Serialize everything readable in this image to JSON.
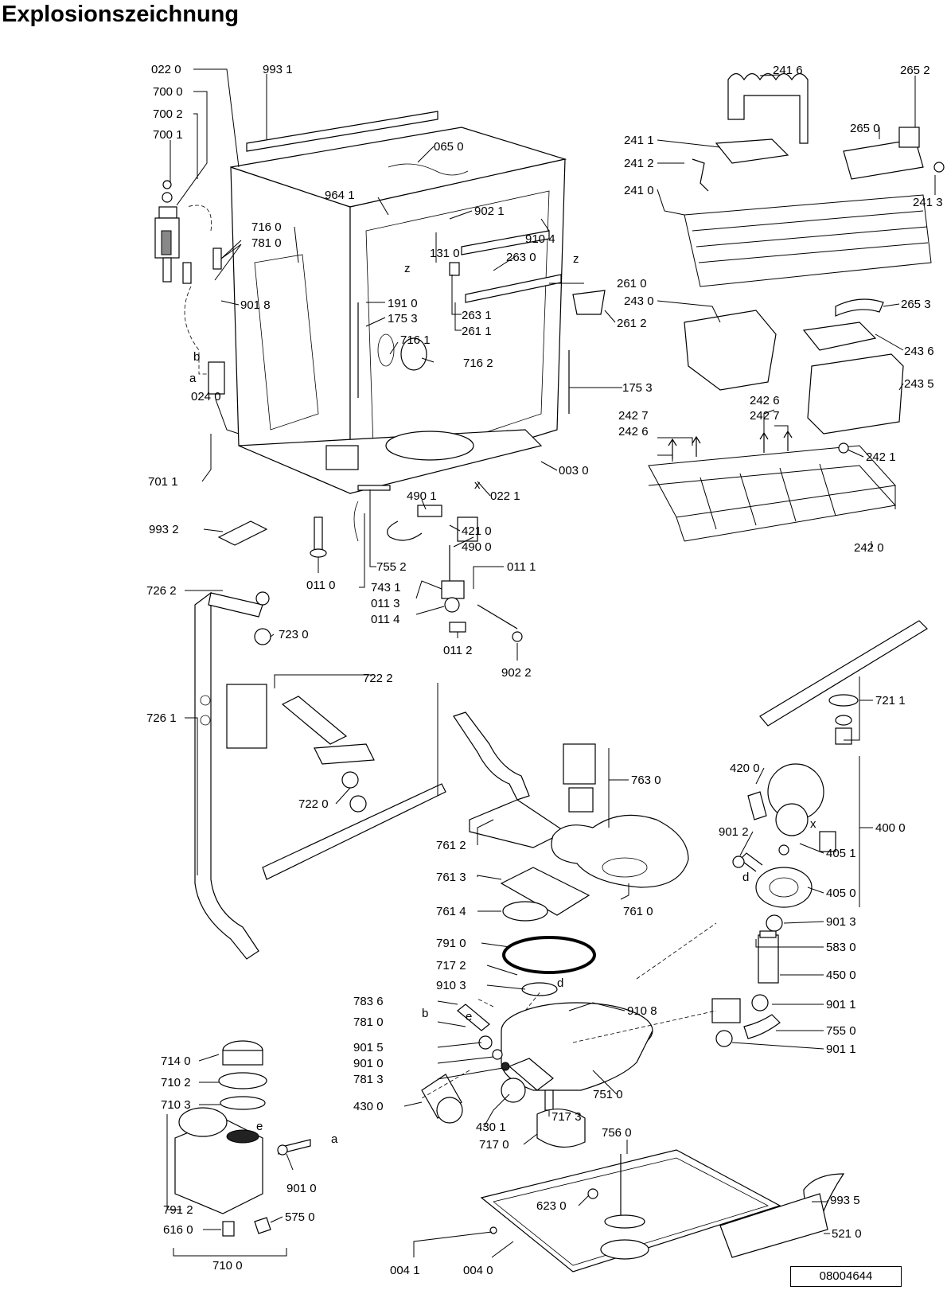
{
  "title": "Explosionszeichnung",
  "document_number": "08004644",
  "callouts": [
    {
      "id": "c1",
      "text": "022 0"
    },
    {
      "id": "c2",
      "text": "993 1"
    },
    {
      "id": "c3",
      "text": "700 0"
    },
    {
      "id": "c4",
      "text": "700 2"
    },
    {
      "id": "c5",
      "text": "700 1"
    },
    {
      "id": "c6",
      "text": "065 0"
    },
    {
      "id": "c7",
      "text": "964 1"
    },
    {
      "id": "c8",
      "text": "902 1"
    },
    {
      "id": "c9",
      "text": "910 4"
    },
    {
      "id": "c10",
      "text": "716 0"
    },
    {
      "id": "c11",
      "text": "781 0"
    },
    {
      "id": "c12",
      "text": "131 0"
    },
    {
      "id": "c13",
      "text": "263 0"
    },
    {
      "id": "c14",
      "text": "261 0"
    },
    {
      "id": "c15",
      "text": "901 8"
    },
    {
      "id": "c16",
      "text": "191 0"
    },
    {
      "id": "c17",
      "text": "175 3"
    },
    {
      "id": "c18",
      "text": "263 1"
    },
    {
      "id": "c19",
      "text": "261 1"
    },
    {
      "id": "c20",
      "text": "261 2"
    },
    {
      "id": "c21",
      "text": "716 1"
    },
    {
      "id": "c22",
      "text": "716 2"
    },
    {
      "id": "c23",
      "text": "175 3"
    },
    {
      "id": "c24",
      "text": "024 0"
    },
    {
      "id": "c25",
      "text": "003 0"
    },
    {
      "id": "c26",
      "text": "701 1"
    },
    {
      "id": "c27",
      "text": "490 1"
    },
    {
      "id": "c28",
      "text": "022 1"
    },
    {
      "id": "c29",
      "text": "421 0"
    },
    {
      "id": "c30",
      "text": "993 2"
    },
    {
      "id": "c31",
      "text": "490 0"
    },
    {
      "id": "c32",
      "text": "755 2"
    },
    {
      "id": "c33",
      "text": "011 1"
    },
    {
      "id": "c34",
      "text": "011 0"
    },
    {
      "id": "c35",
      "text": "743 1"
    },
    {
      "id": "c36",
      "text": "011 3"
    },
    {
      "id": "c37",
      "text": "011 4"
    },
    {
      "id": "c38",
      "text": "011 2"
    },
    {
      "id": "c39",
      "text": "902 2"
    },
    {
      "id": "c40",
      "text": "241 6"
    },
    {
      "id": "c41",
      "text": "265 2"
    },
    {
      "id": "c42",
      "text": "265 0"
    },
    {
      "id": "c43",
      "text": "241 1"
    },
    {
      "id": "c44",
      "text": "241 2"
    },
    {
      "id": "c45",
      "text": "241 3"
    },
    {
      "id": "c46",
      "text": "241 0"
    },
    {
      "id": "c47",
      "text": "243 0"
    },
    {
      "id": "c48",
      "text": "265 3"
    },
    {
      "id": "c49",
      "text": "243 6"
    },
    {
      "id": "c50",
      "text": "243 5"
    },
    {
      "id": "c51",
      "text": "242 6"
    },
    {
      "id": "c52",
      "text": "242 7"
    },
    {
      "id": "c53",
      "text": "242 7"
    },
    {
      "id": "c54",
      "text": "242 6"
    },
    {
      "id": "c55",
      "text": "242 1"
    },
    {
      "id": "c56",
      "text": "242 0"
    },
    {
      "id": "c57",
      "text": "726 2"
    },
    {
      "id": "c58",
      "text": "723 0"
    },
    {
      "id": "c59",
      "text": "722 2"
    },
    {
      "id": "c60",
      "text": "726 1"
    },
    {
      "id": "c61",
      "text": "722 0"
    },
    {
      "id": "c62",
      "text": "721 1"
    },
    {
      "id": "c63",
      "text": "763 0"
    },
    {
      "id": "c64",
      "text": "420 0"
    },
    {
      "id": "c65",
      "text": "400 0"
    },
    {
      "id": "c66",
      "text": "761 2"
    },
    {
      "id": "c67",
      "text": "901 2"
    },
    {
      "id": "c68",
      "text": "761 3"
    },
    {
      "id": "c69",
      "text": "405 1"
    },
    {
      "id": "c70",
      "text": "405 0"
    },
    {
      "id": "c71",
      "text": "761 4"
    },
    {
      "id": "c72",
      "text": "761 0"
    },
    {
      "id": "c73",
      "text": "901 3"
    },
    {
      "id": "c74",
      "text": "791 0"
    },
    {
      "id": "c75",
      "text": "583 0"
    },
    {
      "id": "c76",
      "text": "717 2"
    },
    {
      "id": "c77",
      "text": "450 0"
    },
    {
      "id": "c78",
      "text": "910 3"
    },
    {
      "id": "c79",
      "text": "783 6"
    },
    {
      "id": "c80",
      "text": "910 8"
    },
    {
      "id": "c81",
      "text": "901 1"
    },
    {
      "id": "c82",
      "text": "781 0"
    },
    {
      "id": "c83",
      "text": "755 0"
    },
    {
      "id": "c84",
      "text": "714 0"
    },
    {
      "id": "c85",
      "text": "901 5"
    },
    {
      "id": "c86",
      "text": "901 1"
    },
    {
      "id": "c87",
      "text": "901 0"
    },
    {
      "id": "c88",
      "text": "710 2"
    },
    {
      "id": "c89",
      "text": "781 3"
    },
    {
      "id": "c90",
      "text": "751 0"
    },
    {
      "id": "c91",
      "text": "710 3"
    },
    {
      "id": "c92",
      "text": "430 0"
    },
    {
      "id": "c93",
      "text": "717 3"
    },
    {
      "id": "c94",
      "text": "756 0"
    },
    {
      "id": "c95",
      "text": "430 1"
    },
    {
      "id": "c96",
      "text": "717 0"
    },
    {
      "id": "c97",
      "text": "901 0"
    },
    {
      "id": "c98",
      "text": "993 5"
    },
    {
      "id": "c99",
      "text": "623 0"
    },
    {
      "id": "c100",
      "text": "791 2"
    },
    {
      "id": "c101",
      "text": "575 0"
    },
    {
      "id": "c102",
      "text": "616 0"
    },
    {
      "id": "c103",
      "text": "521 0"
    },
    {
      "id": "c104",
      "text": "710 0"
    },
    {
      "id": "c105",
      "text": "004 1"
    },
    {
      "id": "c106",
      "text": "004 0"
    }
  ],
  "markers": [
    {
      "id": "m1",
      "text": "z"
    },
    {
      "id": "m2",
      "text": "z"
    },
    {
      "id": "m3",
      "text": "b"
    },
    {
      "id": "m4",
      "text": "a"
    },
    {
      "id": "m5",
      "text": "x"
    },
    {
      "id": "m6",
      "text": "x"
    },
    {
      "id": "m7",
      "text": "d"
    },
    {
      "id": "m8",
      "text": "d"
    },
    {
      "id": "m9",
      "text": "b"
    },
    {
      "id": "m10",
      "text": "e"
    },
    {
      "id": "m11",
      "text": "e"
    },
    {
      "id": "m12",
      "text": "a"
    }
  ]
}
